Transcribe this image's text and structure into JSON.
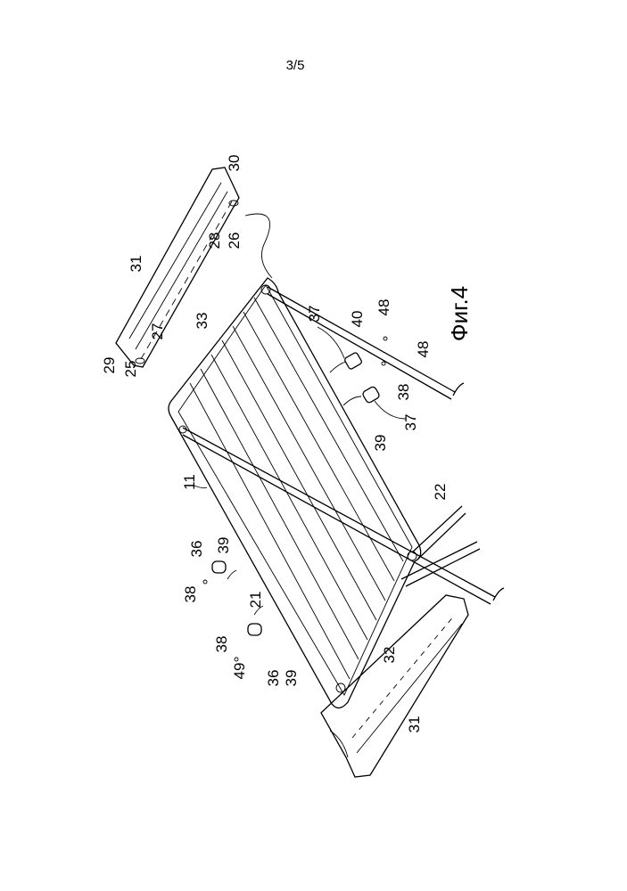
{
  "page_number": "3/5",
  "figure_caption": "Фиг.4",
  "reference_numerals": [
    "30",
    "28",
    "26",
    "31",
    "33",
    "27",
    "29",
    "25",
    "37",
    "40",
    "48",
    "48",
    "38",
    "37",
    "39",
    "11",
    "22",
    "36",
    "39",
    "38",
    "21",
    "38",
    "49",
    "36",
    "39",
    "32",
    "31"
  ],
  "colors": {
    "ink": "#000000",
    "paper": "#ffffff"
  }
}
